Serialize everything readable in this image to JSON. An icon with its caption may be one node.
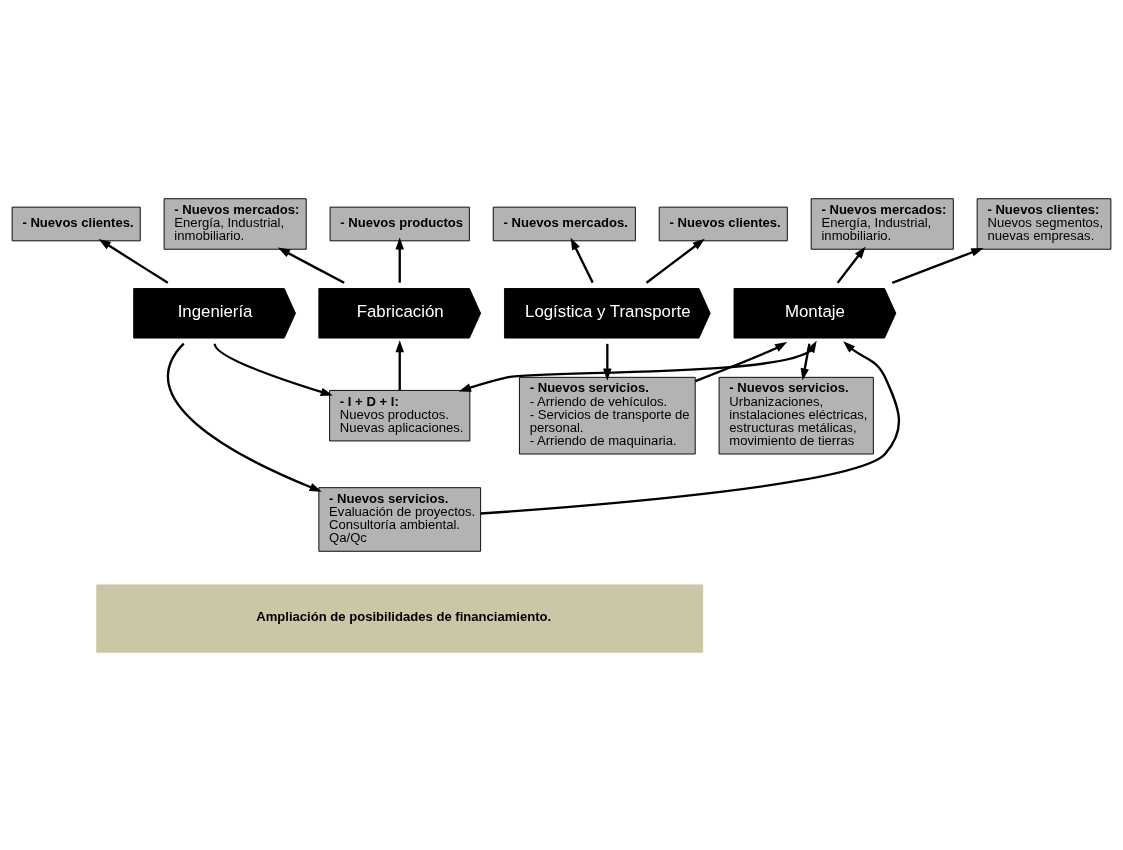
{
  "diagram": {
    "nodes": [
      {
        "text": [
          "Ingeniería"
        ]
      },
      {
        "text": [
          "Fabricación"
        ]
      },
      {
        "text": [
          "Logística y Transporte"
        ]
      },
      {
        "text": [
          "Montaje"
        ]
      },
      {
        "text": [
          "- Nuevos clientes."
        ]
      },
      {
        "text": [
          "- Nuevos productos"
        ]
      },
      {
        "text": [
          "- Nuevos mercados:",
          "Energía, Industrial, inmobiliario."
        ]
      },
      {
        "text": [
          "- Nuevos clientes."
        ]
      },
      {
        "text": [
          "- Nuevos mercados."
        ]
      },
      {
        "text": [
          "- Nuevos clientes:",
          "Nuevos segmentos, nuevas empresas."
        ]
      },
      {
        "text": [
          "- Nuevos mercados:",
          "Energía, Industrial, inmobiliario."
        ]
      },
      {
        "text": [
          "- I + D + I:",
          "Nuevos productos.",
          "Nuevas aplicaciones."
        ]
      },
      {
        "text": [
          "- Nuevos servicios.",
          "- Arriendo de vehículos.",
          "- Servicios de transporte de personal.",
          "- Arriendo de maquinaria."
        ]
      },
      {
        "text": [
          "- Nuevos servicios.",
          "Urbanizaciones, instalaciones eléctricas, estructuras metálicas, movimiento de tierras"
        ]
      },
      {
        "text": [
          "- Nuevos servicios.",
          "Evaluación de proyectos.",
          "Consultoría ambiental.",
          "Qa/Qc"
        ]
      },
      {
        "text": [
          "Ampliación de posibilidades de financiamiento."
        ]
      }
    ],
    "edges": [
      {
        "from": 0,
        "to": 4,
        "arrow": "to"
      },
      {
        "from": 1,
        "to": 5,
        "arrow": "to"
      },
      {
        "from": 1,
        "to": 6,
        "arrow": "to"
      },
      {
        "from": 2,
        "to": 7,
        "arrow": "to"
      },
      {
        "from": 2,
        "to": 8,
        "arrow": "to"
      },
      {
        "from": 3,
        "to": 9,
        "arrow": "to"
      },
      {
        "from": 3,
        "to": 10,
        "arrow": "to"
      },
      {
        "from": 0,
        "to": 11,
        "arrow": "to"
      },
      {
        "from": 11,
        "to": 1,
        "arrow": "to"
      },
      {
        "from": 2,
        "to": 12,
        "arrow": "to"
      },
      {
        "from": 12,
        "to": 3,
        "arrow": "to"
      },
      {
        "from": 3,
        "to": 11,
        "arrow": "both"
      },
      {
        "from": 0,
        "to": 14,
        "arrow": "to"
      },
      {
        "from": 14,
        "to": 3,
        "arrow": "to"
      },
      {
        "from": 3,
        "to": 13,
        "arrow": "to"
      }
    ]
  }
}
